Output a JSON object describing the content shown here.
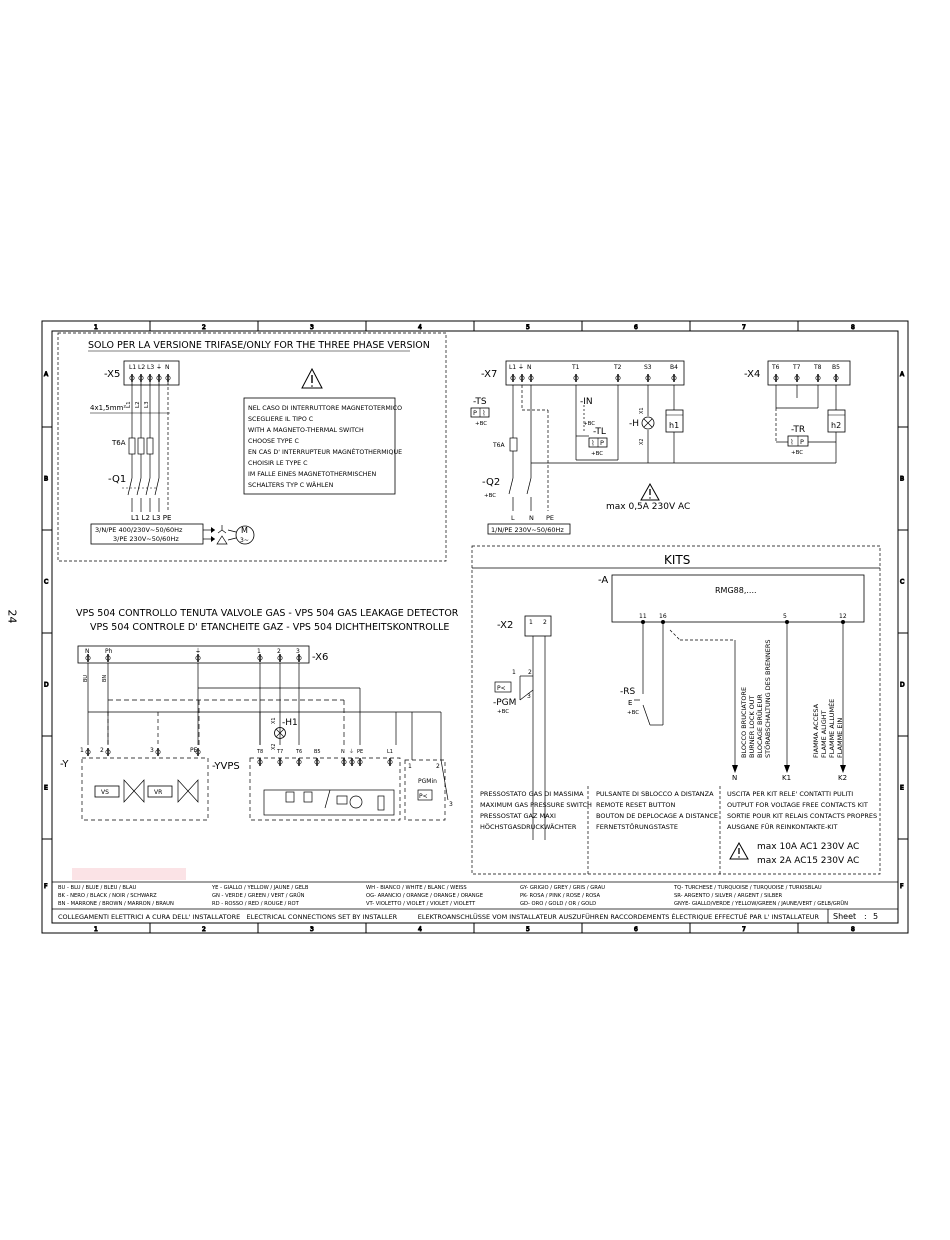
{
  "page": {
    "number": "24"
  },
  "grid": {
    "columns": [
      "1",
      "2",
      "3",
      "4",
      "5",
      "6",
      "7",
      "8"
    ],
    "rows": [
      "A",
      "B",
      "C",
      "D",
      "E",
      "F"
    ]
  },
  "three_phase": {
    "title": "SOLO PER LA VERSIONE TRIFASE/ONLY FOR THE THREE PHASE VERSION",
    "x5_label": "-X5",
    "x5_terminals": [
      "L1",
      "L2",
      "L3",
      "⏚",
      "N"
    ],
    "cable": "4x1,5mm²",
    "wire_labels": [
      "L1",
      "L2",
      "L3"
    ],
    "fuse": "T6A",
    "breaker": "-Q1",
    "bottom_terms": "L1 L2 L3 PE",
    "supply": [
      "3/N/PE 400/230V~50/60Hz",
      "3/PE 230V~50/60Hz"
    ],
    "motor": {
      "letter": "M",
      "sub": "3~"
    },
    "warning": [
      "NEL CASO DI INTERRUTTORE MAGNETOTERMICO",
      "SCEGLIERE IL TIPO C",
      "WITH A MAGNETO-THERMAL SWITCH",
      "CHOOSE TYPE C",
      "EN CAS D' INTERRUPTEUR MAGNÉTOTHERMIQUE",
      "CHOISIR LE TYPE C",
      "IM FALLE EINES MAGNETOTHERMISCHEN",
      "SCHALTERS TYP C WÄHLEN"
    ]
  },
  "x7": {
    "label": "-X7",
    "terminals": [
      "L1",
      "⏚",
      "N",
      "T1",
      "T2",
      "S3",
      "B4"
    ],
    "ts": "-TS",
    "ts_note": "+BC",
    "in_label": "-IN",
    "in_note": "+BC",
    "tl": "-TL",
    "tl_note": "+BC",
    "h": "-H",
    "h_pins": [
      "X1",
      "X2"
    ],
    "h1": "h1",
    "fuse": "T6A",
    "q2": "-Q2",
    "q2_note": "+BC",
    "bottom_terms": [
      "L",
      "N",
      "PE"
    ],
    "supply": "1/N/PE 230V~50/60Hz",
    "max": "max 0,5A 230V AC"
  },
  "x4": {
    "label": "-X4",
    "terminals": [
      "T6",
      "T7",
      "T8",
      "B5"
    ],
    "tr": "-TR",
    "tr_note": "+BC",
    "h2": "h2"
  },
  "vps": {
    "title1": "VPS 504 CONTROLLO TENUTA VALVOLE GAS - VPS 504 GAS LEAKAGE DETECTOR",
    "title2": "VPS 504 CONTROLE D' ETANCHEITE GAZ - VPS 504 DICHTHEITSKONTROLLE",
    "x6_label": "-X6",
    "x6_terminals": [
      "N",
      "Ph",
      "⏚",
      "1",
      "2",
      "3"
    ],
    "wire_colors": [
      "BU",
      "BN"
    ],
    "y": "-Y",
    "yvps": "-YVPS",
    "h1": "-H1",
    "h1_pins": [
      "X1",
      "X2"
    ],
    "y_terms": [
      "1",
      "2",
      "3",
      "PE"
    ],
    "valves": [
      "VS",
      "VR"
    ],
    "yvps_terms": [
      "T8",
      "T7",
      "T6",
      "B5",
      "N",
      "⏚",
      "PE",
      "L1"
    ],
    "pgm": "PGMin",
    "pgm_pins": [
      "1",
      "2",
      "3"
    ],
    "pgm_p": "P<"
  },
  "kits": {
    "title": "KITS",
    "a_label": "-A",
    "device": "RMG88,....",
    "a_pins": [
      "11",
      "16",
      "5",
      "12"
    ],
    "x2": "-X2",
    "x2_terms": [
      "1",
      "2"
    ],
    "pgm": "-PGM",
    "pgm_note": "+BC",
    "pgm_p": "P<",
    "pgm_pins": [
      "1",
      "2",
      "3"
    ],
    "rs": "-RS",
    "rs_note": "+BC",
    "lockout": [
      "BLOCCO BRUCIATORE",
      "BURNER LOCK OUT",
      "BLOCAGE BRÛLEUR",
      "STÖRABSCHALTUNG DES BRENNERS"
    ],
    "flame": [
      "FIAMMA ACCESA",
      "FLAME ALIGHT",
      "FLAMME ALLUMÉE",
      "FLAMME EIN"
    ],
    "outs": [
      "N",
      "K1",
      "K2"
    ],
    "col1": [
      "PRESSOSTATO GAS DI MASSIMA",
      "MAXIMUM GAS PRESSURE SWITCH",
      "PRESSOSTAT GAZ MAXI",
      "HÖCHSTGASDRUCKWÄCHTER"
    ],
    "col2": [
      "PULSANTE DI SBLOCCO A DISTANZA",
      "REMOTE RESET BUTTON",
      "BOUTON DE DEPLOCAGE A DISTANCE",
      "FERNETSTÖRUNGSTASTE"
    ],
    "col3": [
      "USCITA PER KIT RELE' CONTATTI PULITI",
      "OUTPUT FOR VOLTAGE FREE CONTACTS KIT",
      "SORTIE POUR KIT RELAIS CONTACTS PROPRES",
      "AUSGANE FÜR REINKONTAKTE-KIT"
    ],
    "max": [
      "max 10A AC1 230V AC",
      "max 2A AC15 230V AC"
    ]
  },
  "legend": [
    [
      "BU - BLU / BLUE / BLEU / BLAU",
      "BK - NERO / BLACK / NOIR / SCHWARZ",
      "BN - MARRONE / BROWN / MARRON / BRAUN"
    ],
    [
      "YE - GIALLO / YELLOW / JAUNE / GELB",
      "GN - VERDE / GREEN / VERT / GRÜN",
      "RD - ROSSO / RED / ROUGE / ROT"
    ],
    [
      "WH - BIANCO / WHITE / BLANC / WEISS",
      "OG- ARANCIO / ORANGE / ORANGE / ORANGE",
      "VT- VIOLETTO / VIOLET / VIOLET / VIOLETT"
    ],
    [
      "GY- GRIGIO / GREY / GRIS / GRAU",
      "PK- ROSA / PINK / ROSE / ROSA",
      "GD- ORO / GOLD / OR / GOLD"
    ],
    [
      "TQ- TURCHESE / TURQUOISE / TURQUOISE / TURKISBLAU",
      "SR- ARGENTO / SILVER / ARGENT / SILBER",
      "GNYE- GIALLO/VERDE / YELLOW/GREEN / JAUNE/VERT / GELB/GRÜN"
    ]
  ],
  "footer": {
    "text": "COLLEGAMENTI ELETTRICI A CURA DELL' INSTALLATORE   ELECTRICAL CONNECTIONS SET BY INSTALLER          ELEKTROANSCHLÜSSE VOM INSTALLATEUR AUSZUFÜHREN RACCORDEMENTS ÉLECTRIQUE EFFECTUÉ PAR L' INSTALLATEUR",
    "sheet_label": "Sheet",
    "sheet_sep": ":",
    "sheet_no": "5"
  },
  "colors": {
    "ink": "#000000",
    "highlight": "#fbe3e6"
  }
}
